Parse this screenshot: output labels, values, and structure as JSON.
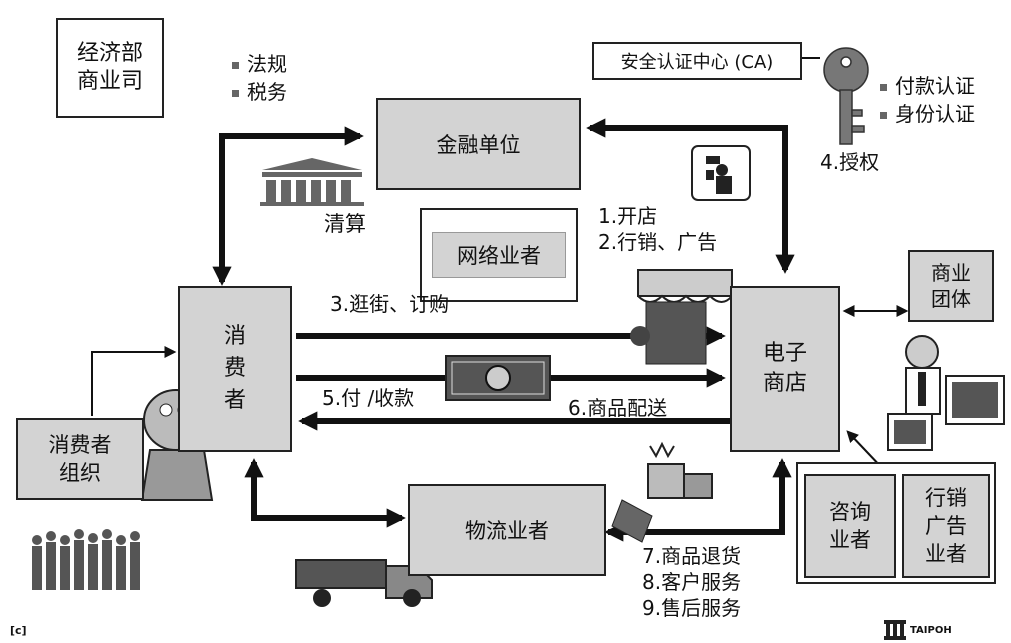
{
  "nodes": {
    "ministry": [
      "经济部",
      "商业司"
    ],
    "financial": "金融单位",
    "network": "网络业者",
    "consumer": [
      "消",
      "费",
      "者"
    ],
    "consumer_org": [
      "消费者",
      "组织"
    ],
    "store": [
      "电子",
      "商店"
    ],
    "logistics": "物流业者",
    "business_group": [
      "商业",
      "团体"
    ],
    "consulting": [
      "咨询",
      "业者"
    ],
    "marketing": [
      "行销",
      "广告",
      "业者"
    ],
    "ca": "安全认证中心 (CA)"
  },
  "labels": {
    "regulation_items": [
      "法规",
      "税务"
    ],
    "auth_items": [
      "付款认证",
      "身份认证"
    ],
    "authorize": "4.授权",
    "clearing": "清算",
    "open_store": "1.开店",
    "marketing_ads": "2.行销、广告",
    "browse": "3.逛街、订购",
    "payment": "5.付 /收款",
    "delivery": "6.商品配送",
    "services": [
      "7.商品退货",
      "8.客户服务",
      "9.售后服务"
    ]
  },
  "footer": {
    "left_mark": "[c]",
    "right_mark": "TAIPOH"
  }
}
